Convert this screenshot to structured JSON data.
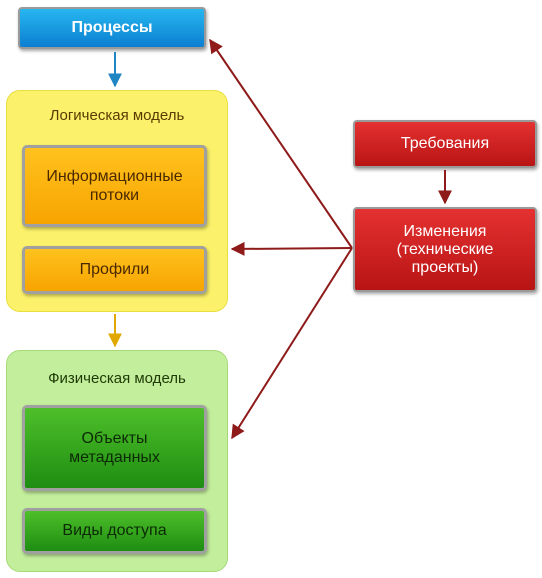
{
  "nodes": {
    "processes": "Процессы",
    "logical_model": "Логическая модель",
    "information_flows": "Информационные потоки",
    "profiles": "Профили",
    "physical_model": "Физическая модель",
    "metadata_objects": "Объекты метаданных",
    "access_views": "Виды доступа",
    "requirements": "Требования",
    "changes": "Изменения (технические проекты)"
  },
  "edges": [
    {
      "from": "processes",
      "to": "logical_model"
    },
    {
      "from": "logical_model",
      "to": "physical_model"
    },
    {
      "from": "requirements",
      "to": "changes"
    },
    {
      "from": "changes",
      "to": "processes"
    },
    {
      "from": "changes",
      "to": "logical_model"
    },
    {
      "from": "changes",
      "to": "physical_model"
    }
  ],
  "colors": {
    "processes": "#0b7fd0",
    "logical_model": "#fbf16a",
    "logical_items": "#f7a400",
    "physical_model": "#c3ee9c",
    "physical_items": "#1e8d12",
    "red_boxes": "#c81e1e",
    "arrow_dark_red": "#8e1a1a",
    "arrow_blue": "#1f86c4",
    "arrow_orange": "#e0a800"
  }
}
